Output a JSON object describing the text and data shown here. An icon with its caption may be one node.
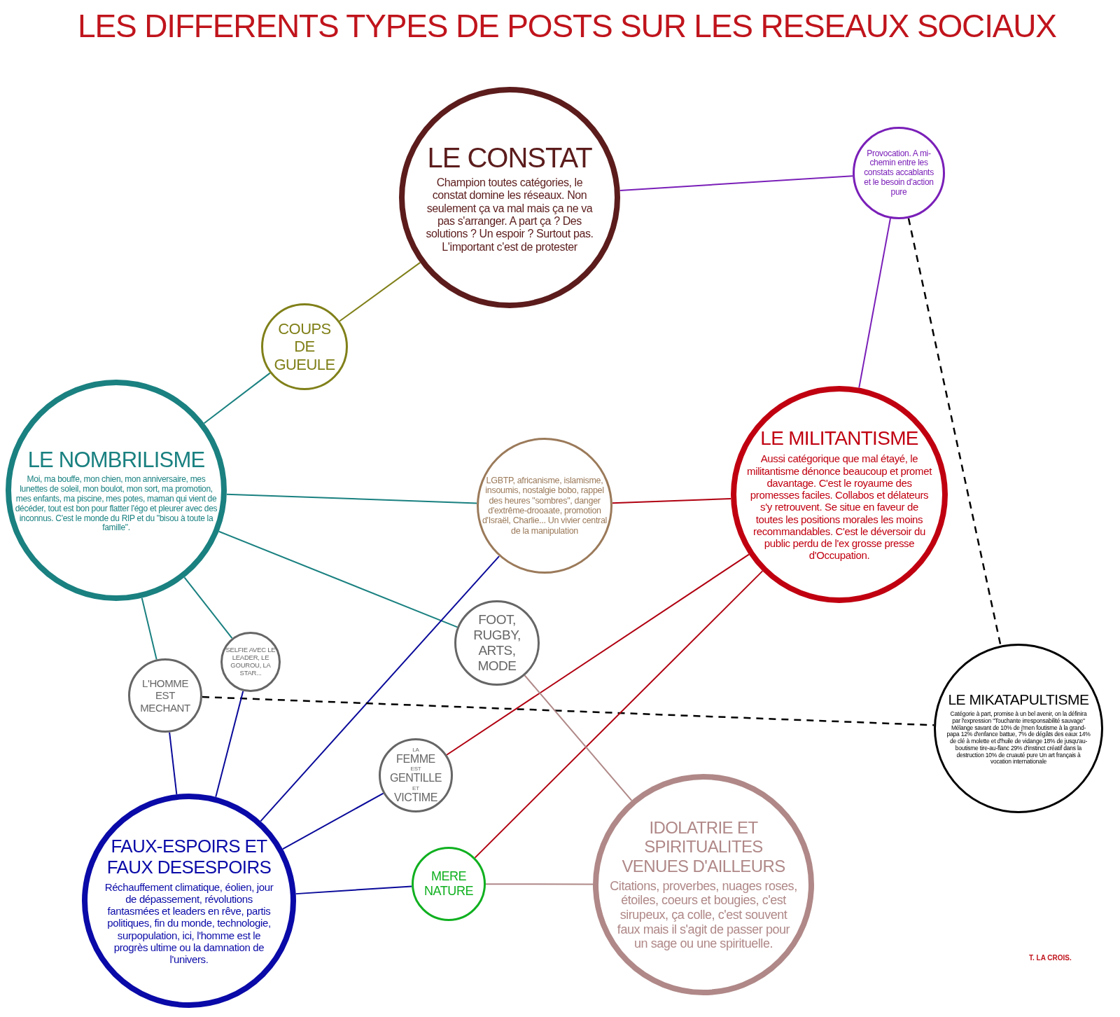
{
  "diagram": {
    "title": "LES DIFFERENTS TYPES DE POSTS SUR LES RESEAUX SOCIAUX",
    "nodes": [
      {
        "text": [
          "LE CONSTAT",
          "Champion toutes catégories, le constat domine les réseaux. Non seulement ça va mal mais ça ne va pas s'arranger. A part ça ? Des solutions ? Un espoir ? Surtout pas. L'important c'est de protester"
        ]
      },
      {
        "text": [
          "Provocation. A mi-chemin entre les constats accablants et le besoin d'action pure"
        ]
      },
      {
        "text": [
          "COUPS DE GUEULE"
        ]
      },
      {
        "text": [
          "LE NOMBRILISME",
          "Moi, ma bouffe, mon chien, mon anniversaire, mes lunettes de soleil, mon boulot, mon sort, ma promotion, mes enfants, ma piscine, mes potes, maman qui vient de décéder, tout est bon pour flatter l'égo et pleurer avec des inconnus. C'est le monde du RIP et du \"bisou à toute la famille\"."
        ]
      },
      {
        "text": [
          "LGBTP, africanisme, islamisme, insoumis, nostalgie bobo, rappel des heures \"sombres\", danger d'extrême-drooaate, promotion d'Israël, Charlie... Un vivier central de la manipulation"
        ]
      },
      {
        "text": [
          "LE MILITANTISME",
          "Aussi catégorique que mal étayé, le militantisme dénonce beaucoup et promet davantage. C'est le royaume des promesses faciles. Collabos et délateurs s'y retrouvent. Se situe en faveur de toutes les positions morales les moins recommandables. C'est le déversoir du public perdu de l'ex grosse presse d'Occupation."
        ]
      },
      {
        "text": [
          "FOOT, RUGBY, ARTS, MODE"
        ]
      },
      {
        "text": [
          "SELFIE AVEC LE LEADER, LE GOUROU, LA STAR..."
        ]
      },
      {
        "text": [
          "L'HOMME EST MECHANT"
        ]
      },
      {
        "text": [
          "LE MIKATAPULTISME",
          "Catégorie à part, promise à un bel avenir, on la définira par l'expression \"Touchante irresponsabilité sauvage\" Mélange savant de 10% de j'men foutisme à la grand-papa 12% d'enfance battue, 7% de dégâts des eaux 14% de clé à molette et d'huile de vidange 18% de jusqu'au-boutisme tire-au-flanc 29% d'instinct créatif dans la destruction 10% de cruauté pure Un art français à vocation internationale"
        ]
      },
      {
        "text": [
          "LA",
          "FEMME",
          "EST",
          "GENTILLE",
          "ET",
          "VICTIME"
        ]
      },
      {
        "text": [
          "FAUX-ESPOIRS ET FAUX DESESPOIRS",
          "Réchauffement climatique, éolien, jour de dépassement, révolutions fantasmées et leaders en rêve, partis politiques, fin du monde, technologie, surpopulation, ici, l'homme est le progrès ultime ou la damnation de l'univers."
        ]
      },
      {
        "text": [
          "MERE NATURE"
        ]
      },
      {
        "text": [
          "IDOLATRIE ET SPIRITUALITES VENUES D'AILLEURS",
          "Citations, proverbes, nuages roses, étoiles, coeurs et bougies, c'est sirupeux, ça colle, c'est souvent faux mais il s'agit de passer pour un sage ou une spirituelle."
        ]
      }
    ],
    "edges": [
      {
        "from": 0,
        "to": 1,
        "arrow": "none",
        "color": "#7a1fb8"
      },
      {
        "from": 0,
        "to": 2,
        "arrow": "none",
        "color": "#80801a"
      },
      {
        "from": 2,
        "to": 3,
        "arrow": "none"
      },
      {
        "from": 1,
        "to": 5,
        "arrow": "none",
        "color": "#7a1fb8"
      },
      {
        "from": 1,
        "to": 9,
        "arrow": "none",
        "style": "dashed",
        "color": "#000000"
      },
      {
        "from": 3,
        "to": 4,
        "arrow": "none"
      },
      {
        "from": 3,
        "to": 6,
        "arrow": "none"
      },
      {
        "from": 3,
        "to": 7,
        "arrow": "none"
      },
      {
        "from": 3,
        "to": 8,
        "arrow": "none"
      },
      {
        "from": 4,
        "to": 5,
        "arrow": "none",
        "color": "#b00010"
      },
      {
        "from": 4,
        "to": 11,
        "arrow": "none",
        "color": "#0a0a9a"
      },
      {
        "from": 8,
        "to": 9,
        "arrow": "none",
        "style": "dashed",
        "color": "#000000"
      },
      {
        "from": 8,
        "to": 11,
        "arrow": "none",
        "color": "#0a0a9a"
      },
      {
        "from": 7,
        "to": 11,
        "arrow": "none",
        "color": "#0a0a9a"
      },
      {
        "from": 5,
        "to": 10,
        "arrow": "none",
        "color": "#b00010"
      },
      {
        "from": 5,
        "to": 12,
        "arrow": "none",
        "color": "#b00010"
      },
      {
        "from": 10,
        "to": 11,
        "arrow": "none",
        "color": "#0a0a9a"
      },
      {
        "from": 11,
        "to": 12,
        "arrow": "none",
        "color": "#0a0a9a"
      },
      {
        "from": 12,
        "to": 13,
        "arrow": "none",
        "color": "#b08888"
      },
      {
        "from": 6,
        "to": 13,
        "arrow": "none",
        "color": "#b08888"
      }
    ],
    "labels": [
      "T. LA CROIS."
    ]
  }
}
